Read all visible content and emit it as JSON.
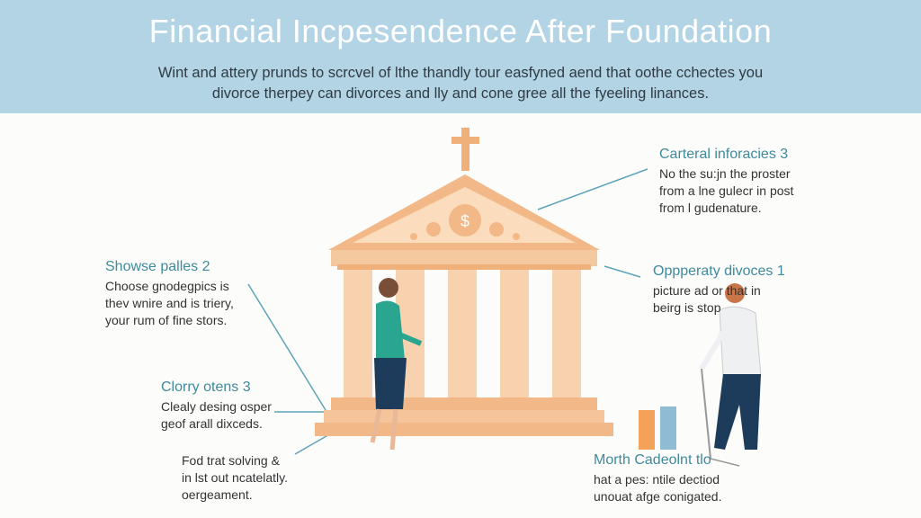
{
  "header": {
    "title": "Financial Incpesendence After Foundation",
    "subtitle_line1": "Wint and attery prunds to scrcvel of lthe thandly tour easfyned aend that oothe cchectes you",
    "subtitle_line2": "divorce therpey can divorces and lly and cone gree all the fyeeling linances."
  },
  "colors": {
    "header_bg": "#b3d4e5",
    "accent": "#3f8a9c",
    "temple": "#f5c9a0",
    "line": "#5fa3b8"
  },
  "callouts": [
    {
      "heading": "Carteral inforacies 3",
      "lines": [
        "No the su:jn the proster",
        "from a lne gulecr in post",
        "from l gudenature."
      ]
    },
    {
      "heading": "Showse palles 2",
      "lines": [
        "Choose gnodegpics is",
        "thev wnire and is triery,",
        "your rum of fine stors."
      ]
    },
    {
      "heading": "Oppperaty divoces 1",
      "lines": [
        "picture ad or    that in",
        "beirg is stop"
      ]
    },
    {
      "heading": "Clorry otens 3",
      "lines": [
        "Clealy desing osper",
        "geof arall dixceds."
      ]
    },
    {
      "heading": "",
      "lines": [
        "Fod trat solving &",
        "in lst out ncatelatly.",
        "oergeament."
      ]
    },
    {
      "heading": "Morth Cadeolnt tlo",
      "lines": [
        "hat a pes: ntile dectiod",
        "unouat afge conigated."
      ]
    }
  ]
}
